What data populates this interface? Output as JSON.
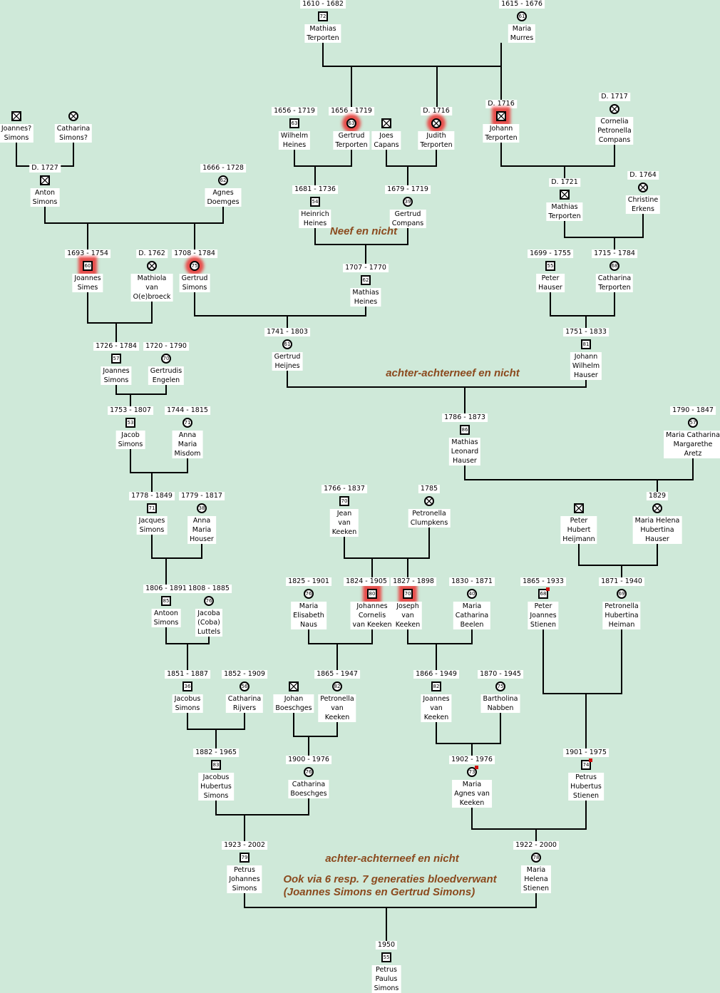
{
  "annotations": {
    "neef": "Neef en nicht",
    "achter1": "achter-achterneef en nicht",
    "achter2": "achter-achterneef en nicht",
    "ook": "Ook via 6 resp. 7 generaties bloedverwant",
    "paren": "(Joannes Simons en Gertrud Simons)"
  },
  "colors": {
    "background": "#cfe9d9",
    "annotation": "#8b4a1e",
    "highlight": "#eb3232"
  },
  "nodes": [
    {
      "date": "1610 - 1682",
      "age": "72",
      "sex": "m",
      "name": [
        "Mathias",
        "Terporten"
      ]
    },
    {
      "date": "1615 - 1676",
      "age": "61",
      "sex": "f",
      "name": [
        "Maria",
        "Murres"
      ]
    },
    {
      "date": "",
      "age": "",
      "sex": "m",
      "name": [
        "Joannes?",
        "Simons"
      ]
    },
    {
      "date": "",
      "age": "",
      "sex": "f",
      "name": [
        "Catharina",
        "Simons?"
      ]
    },
    {
      "date": "D. 1727",
      "age": "",
      "sex": "m",
      "name": [
        "Anton",
        "Simons"
      ]
    },
    {
      "date": "1666 - 1728",
      "age": "62",
      "sex": "f",
      "name": [
        "Agnes",
        "Doemges"
      ]
    },
    {
      "date": "1656 - 1719",
      "age": "63",
      "sex": "m",
      "name": [
        "Wilhelm",
        "Heines"
      ]
    },
    {
      "date": "1656 - 1719",
      "age": "63",
      "sex": "f",
      "name": [
        "Gertrud",
        "Terporten"
      ],
      "hl": true
    },
    {
      "date": "",
      "age": "",
      "sex": "m",
      "name": [
        "Joes",
        "Capans"
      ]
    },
    {
      "date": "D. 1716",
      "age": "",
      "sex": "f",
      "name": [
        "Judith",
        "Terporten"
      ],
      "hl": true
    },
    {
      "date": "D. 1716",
      "age": "",
      "sex": "m",
      "name": [
        "Johann",
        "Terporten"
      ],
      "hl": true
    },
    {
      "date": "D. 1717",
      "age": "",
      "sex": "f",
      "name": [
        "Cornelia",
        "Petronella",
        "Compans"
      ]
    },
    {
      "date": "1681 - 1736",
      "age": "54",
      "sex": "m",
      "name": [
        "Heinrich",
        "Heines"
      ]
    },
    {
      "date": "1679 - 1719",
      "age": "39",
      "sex": "f",
      "name": [
        "Gertrud",
        "Compans"
      ]
    },
    {
      "date": "D. 1721",
      "age": "",
      "sex": "m",
      "name": [
        "Mathias",
        "Terporten"
      ]
    },
    {
      "date": "D. 1764",
      "age": "",
      "sex": "f",
      "name": [
        "Christine",
        "Erkens"
      ]
    },
    {
      "date": "1693 - 1754",
      "age": "60",
      "sex": "m",
      "name": [
        "Joannes",
        "Simes"
      ],
      "hl": true
    },
    {
      "date": "D. 1762",
      "age": "",
      "sex": "f",
      "name": [
        "Mathiola",
        "van",
        "O(e)broeck"
      ]
    },
    {
      "date": "1708 - 1784",
      "age": "75",
      "sex": "f",
      "name": [
        "Gertrud",
        "Simons"
      ],
      "hl": true
    },
    {
      "date": "1707 - 1770",
      "age": "62",
      "sex": "m",
      "name": [
        "Mathias",
        "Heines"
      ]
    },
    {
      "date": "1699 - 1755",
      "age": "55",
      "sex": "m",
      "name": [
        "Peter",
        "Hauser"
      ]
    },
    {
      "date": "1715 - 1784",
      "age": "68",
      "sex": "f",
      "name": [
        "Catharina",
        "Terporten"
      ]
    },
    {
      "date": "1741 - 1803",
      "age": "61",
      "sex": "f",
      "name": [
        "Gertrud",
        "Heijnes"
      ]
    },
    {
      "date": "1751 - 1833",
      "age": "81",
      "sex": "m",
      "name": [
        "Johann",
        "Wilhelm",
        "Hauser"
      ]
    },
    {
      "date": "1726 - 1784",
      "age": "57",
      "sex": "m",
      "name": [
        "Joannes",
        "Simons"
      ]
    },
    {
      "date": "1720 - 1790",
      "age": "70",
      "sex": "f",
      "name": [
        "Gertrudis",
        "Engelen"
      ]
    },
    {
      "date": "1753 - 1807",
      "age": "53",
      "sex": "m",
      "name": [
        "Jacob",
        "Simons"
      ]
    },
    {
      "date": "1744 - 1815",
      "age": "71",
      "sex": "f",
      "name": [
        "Anna",
        "Maria",
        "Misdom"
      ]
    },
    {
      "date": "1786 - 1873",
      "age": "86",
      "sex": "m",
      "name": [
        "Mathias",
        "Leonard",
        "Hauser"
      ]
    },
    {
      "date": "1790 - 1847",
      "age": "57",
      "sex": "f",
      "name": [
        "Maria Catharina",
        "Margarethe",
        "Aretz"
      ]
    },
    {
      "date": "1778 - 1849",
      "age": "71",
      "sex": "m",
      "name": [
        "Jacques",
        "Simons"
      ]
    },
    {
      "date": "1779 - 1817",
      "age": "38",
      "sex": "f",
      "name": [
        "Anna",
        "Maria",
        "Houser"
      ]
    },
    {
      "date": "1766 - 1837",
      "age": "70",
      "sex": "m",
      "name": [
        "Jean",
        "van",
        "Keeken"
      ]
    },
    {
      "date": "1785",
      "age": "",
      "sex": "f",
      "name": [
        "Petronella",
        "Clumpkens"
      ]
    },
    {
      "date": "",
      "age": "",
      "sex": "m",
      "name": [
        "Peter",
        "Hubert",
        "Heijmann"
      ]
    },
    {
      "date": "1829",
      "age": "",
      "sex": "f",
      "name": [
        "Maria Helena",
        "Hubertina",
        "Hauser"
      ]
    },
    {
      "date": "1806 - 1891",
      "age": "85",
      "sex": "m",
      "name": [
        "Antoon",
        "Simons"
      ]
    },
    {
      "date": "1808 - 1885",
      "age": "76",
      "sex": "f",
      "name": [
        "Jacoba",
        "(Coba)",
        "Luttels"
      ]
    },
    {
      "date": "1825 - 1901",
      "age": "76",
      "sex": "f",
      "name": [
        "Maria",
        "Elisabeth",
        "Naus"
      ]
    },
    {
      "date": "1824 - 1905",
      "age": "80",
      "sex": "m",
      "name": [
        "Johannes",
        "Cornelis",
        "van Keeken"
      ],
      "hl": true
    },
    {
      "date": "1827 - 1898",
      "age": "70",
      "sex": "m",
      "name": [
        "Joseph",
        "van",
        "Keeken"
      ],
      "hl": true
    },
    {
      "date": "1830 - 1871",
      "age": "40",
      "sex": "f",
      "name": [
        "Maria",
        "Catharina",
        "Beelen"
      ]
    },
    {
      "date": "1865 - 1933",
      "age": "68",
      "sex": "m",
      "name": [
        "Peter",
        "Joannes",
        "Stienen"
      ],
      "mark": true
    },
    {
      "date": "1871 - 1940",
      "age": "69",
      "sex": "f",
      "name": [
        "Petronella",
        "Hubertina",
        "Heiman"
      ]
    },
    {
      "date": "1851 - 1887",
      "age": "36",
      "sex": "m",
      "name": [
        "Jacobus",
        "Simons"
      ]
    },
    {
      "date": "1852 - 1909",
      "age": "56",
      "sex": "f",
      "name": [
        "Catharina",
        "Rijvers"
      ]
    },
    {
      "date": "",
      "age": "",
      "sex": "m",
      "name": [
        "Johan",
        "Boeschges"
      ]
    },
    {
      "date": "1865 - 1947",
      "age": "82",
      "sex": "f",
      "name": [
        "Petronella",
        "van",
        "Keeken"
      ]
    },
    {
      "date": "1866 - 1949",
      "age": "82",
      "sex": "m",
      "name": [
        "Joannes",
        "van",
        "Keeken"
      ]
    },
    {
      "date": "1870 - 1945",
      "age": "75",
      "sex": "f",
      "name": [
        "Bartholina",
        "Nabben"
      ]
    },
    {
      "date": "1882 - 1965",
      "age": "83",
      "sex": "m",
      "name": [
        "Jacobus",
        "Hubertus",
        "Simons"
      ]
    },
    {
      "date": "1900 - 1976",
      "age": "76",
      "sex": "f",
      "name": [
        "Catharina",
        "Boeschges"
      ]
    },
    {
      "date": "1902 - 1976",
      "age": "73",
      "sex": "f",
      "name": [
        "Maria",
        "Agnes van",
        "Keeken"
      ],
      "mark": true
    },
    {
      "date": "1901 - 1975",
      "age": "74",
      "sex": "m",
      "name": [
        "Petrus",
        "Hubertus",
        "Stienen"
      ],
      "mark": true
    },
    {
      "date": "1923 - 2002",
      "age": "79",
      "sex": "m",
      "name": [
        "Petrus",
        "Johannes",
        "Simons"
      ]
    },
    {
      "date": "1922 - 2000",
      "age": "78",
      "sex": "f",
      "name": [
        "Maria",
        "Helena",
        "Stienen"
      ]
    },
    {
      "date": "1950",
      "age": "55",
      "sex": "m",
      "name": [
        "Petrus",
        "Paulus",
        "Simons"
      ]
    }
  ]
}
